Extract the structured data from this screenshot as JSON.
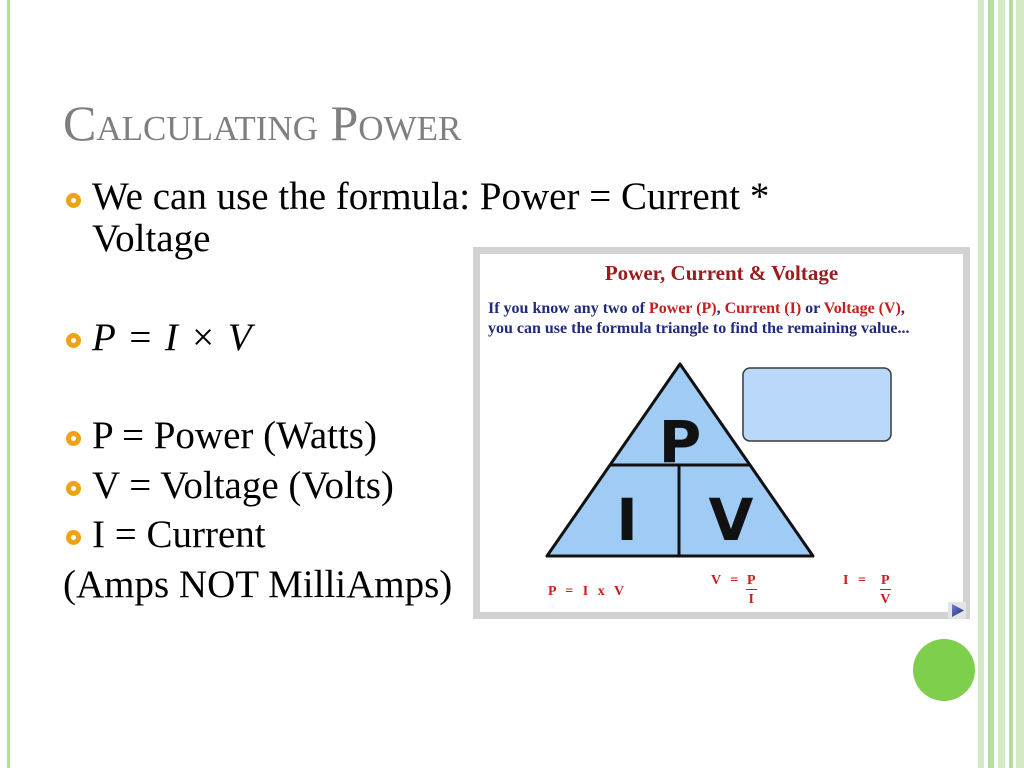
{
  "slide": {
    "title": "Calculating Power",
    "bullets": [
      {
        "lines": [
          "We can use the formula: Power = Current *",
          "Voltage"
        ]
      },
      {
        "text": "P = I × V"
      },
      {
        "text": "P = Power (Watts)"
      },
      {
        "text": "V = Voltage (Volts)"
      },
      {
        "text": "I = Current"
      }
    ],
    "continuation": "(Amps NOT MilliAmps)"
  },
  "figure": {
    "title": "Power, Current & Voltage",
    "line1_parts": [
      "If you know any two of ",
      "Power (P)",
      ", ",
      "Current (I)",
      " or ",
      "Voltage (V)",
      ","
    ],
    "line2": "you can use the formula triangle to find the remaining value...",
    "triangle": {
      "top": "P",
      "bottom_left": "I",
      "bottom_right": "V"
    },
    "formulas": [
      {
        "text": "P = I x V"
      },
      {
        "lhs": "V =",
        "numerator": "P",
        "denominator": "I"
      },
      {
        "lhs": "I =",
        "numerator": "P",
        "denominator": "V"
      }
    ]
  },
  "icons": {
    "bullet": "circle-bullet-icon",
    "next": "play-next-icon"
  },
  "colors": {
    "title": "#7f7f7f",
    "bullet": "#f0a215",
    "body_text": "#000000",
    "figure_frame": "#d2d2d2",
    "figure_title": "#9b1c1c",
    "figure_text": "#1f2a7a",
    "figure_highlight": "#c81e1e",
    "triangle_fill": "#9fcbf4",
    "answer_box_fill": "#b9d8fa",
    "accent_circle": "#7ecf4b",
    "stripe_light": "#d3ebc2",
    "stripe_dark": "#b6de9b"
  }
}
